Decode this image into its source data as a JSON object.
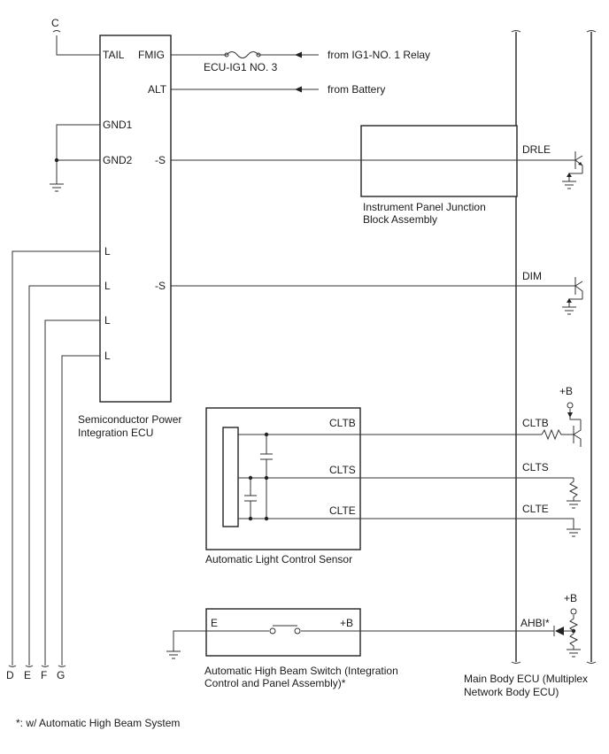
{
  "connectors": {
    "c": "C",
    "d": "D",
    "e": "E",
    "f": "F",
    "g": "G"
  },
  "spi_ecu": {
    "name_line1": "Semiconductor Power",
    "name_line2": "Integration ECU",
    "pins": {
      "tail": "TAIL",
      "fmig": "FMIG",
      "alt": "ALT",
      "gnd1": "GND1",
      "gnd2": "GND2",
      "s1": "-S",
      "s2": "-S",
      "l1": "L",
      "l2": "L",
      "l3": "L",
      "l4": "L"
    }
  },
  "fuse": {
    "label": "ECU-IG1 NO. 3"
  },
  "sources": {
    "ig1_relay": "from IG1-NO. 1 Relay",
    "battery": "from Battery"
  },
  "instrument_panel_jb": {
    "name_line1": "Instrument Panel Junction",
    "name_line2": "Block Assembly"
  },
  "main_body_ecu": {
    "name_line1": "Main Body ECU (Multiplex",
    "name_line2": "Network Body ECU)",
    "pins": {
      "drle": "DRLE",
      "dim": "DIM",
      "cltb": "CLTB",
      "clts": "CLTS",
      "clte": "CLTE",
      "ahbi": "AHBI*",
      "plus_b_1": "+B",
      "plus_b_2": "+B"
    }
  },
  "light_sensor": {
    "name": "Automatic Light Control Sensor",
    "pins": {
      "cltb": "CLTB",
      "clts": "CLTS",
      "clte": "CLTE"
    }
  },
  "high_beam_switch": {
    "name_line1": "Automatic High Beam Switch (Integration",
    "name_line2": "Control and Panel Assembly)*",
    "pins": {
      "e": "E",
      "plus_b": "+B"
    }
  },
  "footnote": "*: w/ Automatic High Beam System"
}
